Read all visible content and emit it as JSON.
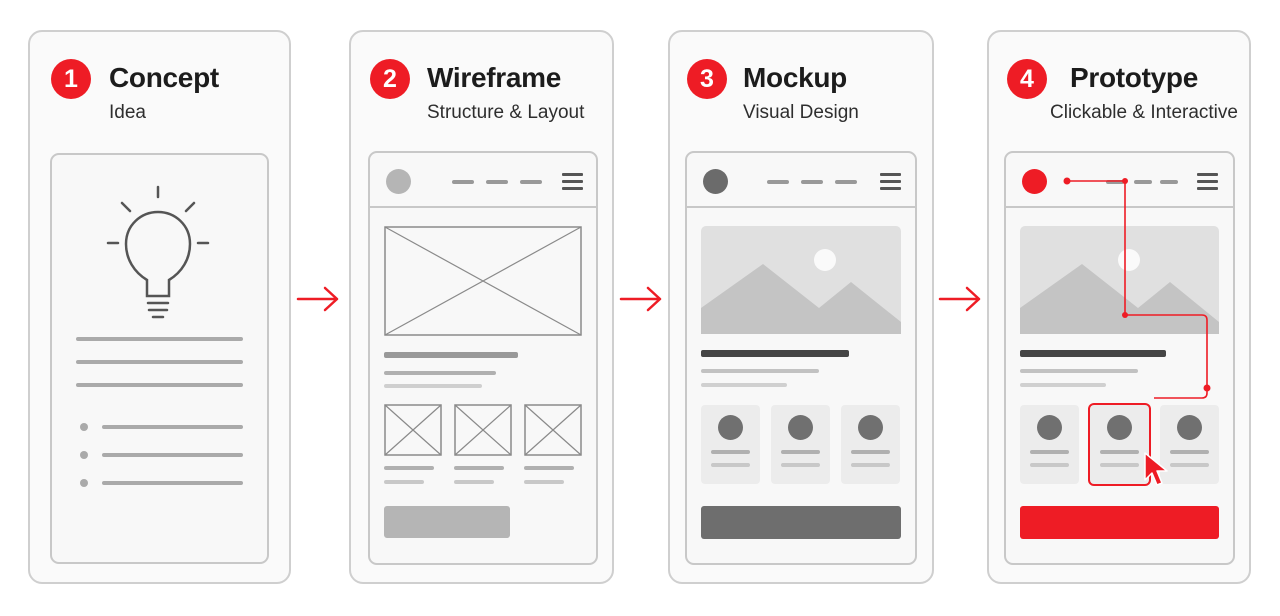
{
  "colors": {
    "accent": "#ee1c25",
    "border": "#cfcfcf",
    "mid_gray": "#aaaaaa",
    "dark_gray": "#555555",
    "image_gray": "#c6c6c6"
  },
  "stages": [
    {
      "number": "1",
      "title": "Concept",
      "subtitle": "Idea",
      "icon": "lightbulb-icon"
    },
    {
      "number": "2",
      "title": "Wireframe",
      "subtitle": "Structure & Layout"
    },
    {
      "number": "3",
      "title": "Mockup",
      "subtitle": "Visual Design"
    },
    {
      "number": "4",
      "title": "Prototype",
      "subtitle": "Clickable & Interactive",
      "icon": "cursor-icon"
    }
  ],
  "connector_icon": "arrow-right-icon"
}
